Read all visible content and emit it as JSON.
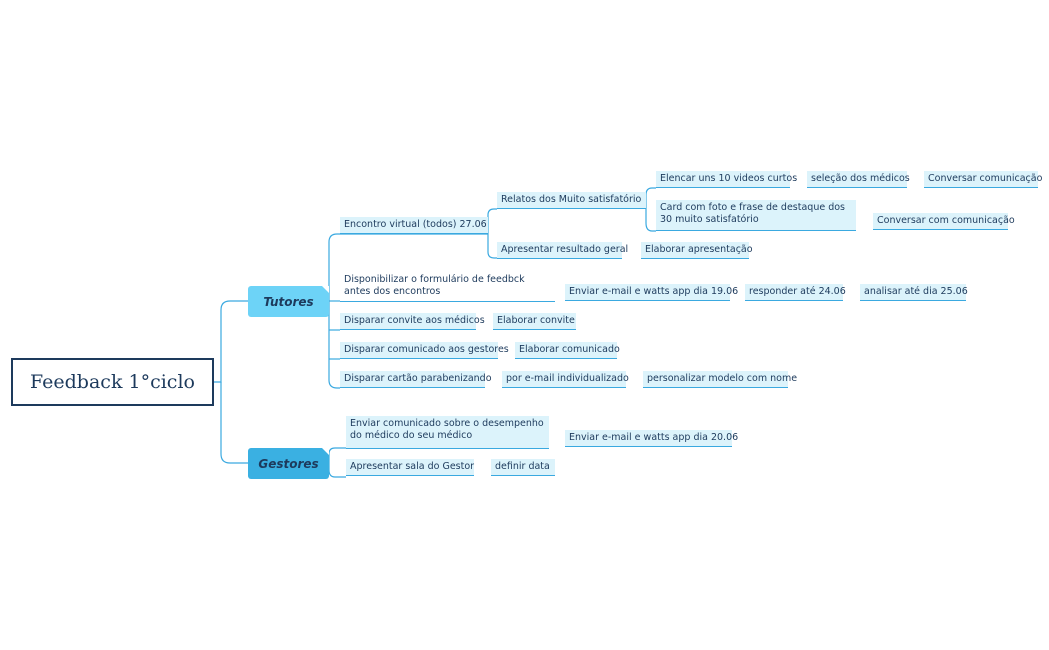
{
  "colors": {
    "line": "#3aa9e0",
    "root_border": "#1d3a5c",
    "tutores_fill": "#6dd3f7",
    "gestores_fill": "#3ab0e2",
    "leaf_fill": "#dcf3fb"
  },
  "root": {
    "label": "Feedback 1°ciclo"
  },
  "tutores": {
    "label": "Tutores",
    "encontro": {
      "label": "Encontro virtual (todos) 27.06",
      "relatos": {
        "label": "Relatos dos Muito satisfatório",
        "elencar": "Elencar uns 10 videos curtos",
        "selecao": "seleção dos médicos",
        "conversar1": "Conversar comunicação",
        "card": "Card com foto e frase de destaque dos 30 muito satisfatório",
        "conversar2": "Conversar com comunicação"
      },
      "apresentar": {
        "label": "Apresentar resultado geral",
        "elaborar": "Elaborar apresentação"
      }
    },
    "formulario": {
      "label": "Disponibilizar o formulário de feedbck antes dos encontros",
      "enviar": "Enviar e-mail e watts app dia 19.06",
      "responder": "responder até 24.06",
      "analisar": "analisar até dia 25.06"
    },
    "convite": {
      "label": "Disparar convite aos médicos",
      "elaborar": "Elaborar convite"
    },
    "comunicado": {
      "label": "Disparar comunicado aos gestores",
      "elaborar": "Elaborar comunicado"
    },
    "cartao": {
      "label": "Disparar cartão parabenizando",
      "email": "por e-mail individualizado",
      "personalizar": "personalizar modelo com nome"
    }
  },
  "gestores": {
    "label": "Gestores",
    "desempenho": {
      "label": "Enviar comunicado sobre o desempenho do médico  do seu médico",
      "enviar": "Enviar e-mail e watts app dia 20.06"
    },
    "sala": {
      "label": "Apresentar sala do Gestor",
      "definir": "definir data"
    }
  }
}
